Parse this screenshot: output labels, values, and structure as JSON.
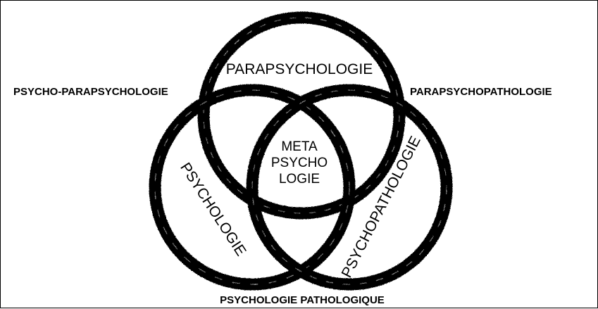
{
  "diagram": {
    "circles": [
      {
        "id": "top",
        "label": "PARAPSYCHOLOGIE"
      },
      {
        "id": "left",
        "label": "PSYCHOLOGIE"
      },
      {
        "id": "right",
        "label": "PSYCHOPATHOLOGIE"
      }
    ],
    "center_label_lines": [
      "META",
      "PSYCHO",
      "LOGIE"
    ],
    "outer_labels": {
      "top_left": "PSYCHO-PARAPSYCHOLOGIE",
      "top_right": "PARAPSYCHOPATHOLOGIE",
      "bottom": "PSYCHOLOGIE PATHOLOGIQUE"
    },
    "colors": {
      "ring": "#000000",
      "background": "#ffffff"
    }
  }
}
